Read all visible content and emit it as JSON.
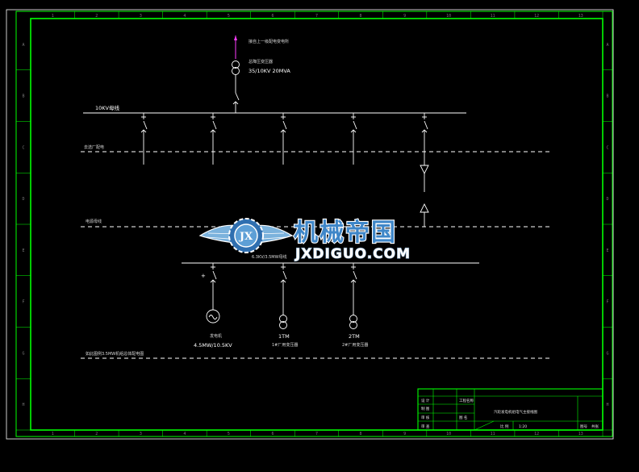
{
  "colors": {
    "background": "#000000",
    "frame": "#00ff00",
    "line": "#ffffff",
    "dashed_line": "#ffffff",
    "source_line": "#ff3dff",
    "watermark": "#3e86c8"
  },
  "grid_ticks": {
    "top": [
      "1",
      "2",
      "3",
      "4",
      "5",
      "6",
      "7",
      "8",
      "9",
      "10",
      "11",
      "12",
      "13"
    ],
    "left": [
      "A",
      "B",
      "C",
      "D",
      "E",
      "F",
      "G",
      "H"
    ]
  },
  "diagram": {
    "source_label": "接自上一级配电变电所",
    "main_transformer_label": "总降压变压器",
    "main_transformer_rating": "35/10KV 20MVA",
    "bus_10kv_label": "10KV母线",
    "line_mill_label": "去选厂配电",
    "line_power_label": "电源母线",
    "bus_6kv_label": "6.3KV/3.5MW母线",
    "line_bottom_label": "如此图例3.5MW机组总体配电图",
    "generator_label": "发电机",
    "generator_rating": "4.5MW/10.5KV",
    "transformer_1_label": "1TM",
    "transformer_1_desc": "1#厂用变压器",
    "transformer_2_label": "2TM",
    "transformer_2_desc": "2#厂用变压器"
  },
  "watermark": {
    "cn_text": "机械帝国",
    "en_text": "JXDIGUO.COM",
    "badge_text": "JX"
  },
  "title_block": {
    "row_labels": [
      "设 计",
      "制 图",
      "审 核",
      "审 查"
    ],
    "col_labels": [
      "工程名称",
      "图 名"
    ],
    "drawing_title": "汽轮发电机组电气主接线图",
    "scale_label": "比 例",
    "scale_value": "1:20",
    "sheet_label": "图号",
    "sheet_no_label": "共张"
  }
}
